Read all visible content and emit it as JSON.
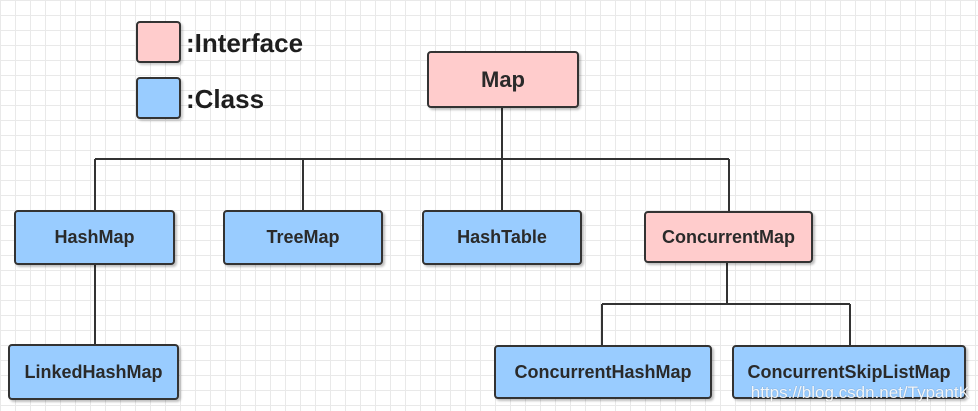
{
  "colors": {
    "interface": "#ffcccc",
    "class": "#99ccff",
    "border": "#333333",
    "connector": "#333333"
  },
  "legend": {
    "interface_label": ":Interface",
    "class_label": ":Class"
  },
  "nodes": {
    "map": {
      "label": "Map",
      "kind": "interface"
    },
    "hashmap": {
      "label": "HashMap",
      "kind": "class"
    },
    "treemap": {
      "label": "TreeMap",
      "kind": "class"
    },
    "hashtable": {
      "label": "HashTable",
      "kind": "class"
    },
    "concurrentmap": {
      "label": "ConcurrentMap",
      "kind": "interface"
    },
    "linkedhashmap": {
      "label": "LinkedHashMap",
      "kind": "class"
    },
    "concurrenthashmap": {
      "label": "ConcurrentHashMap",
      "kind": "class"
    },
    "concurrentskiplistmap": {
      "label": "ConcurrentSkipListMap",
      "kind": "class"
    }
  },
  "edges": [
    {
      "from": "map",
      "to": "hashmap"
    },
    {
      "from": "map",
      "to": "treemap"
    },
    {
      "from": "map",
      "to": "hashtable"
    },
    {
      "from": "map",
      "to": "concurrentmap"
    },
    {
      "from": "hashmap",
      "to": "linkedhashmap"
    },
    {
      "from": "concurrentmap",
      "to": "concurrenthashmap"
    },
    {
      "from": "concurrentmap",
      "to": "concurrentskiplistmap"
    }
  ],
  "watermark": "https://blog.csdn.net/TypantK"
}
